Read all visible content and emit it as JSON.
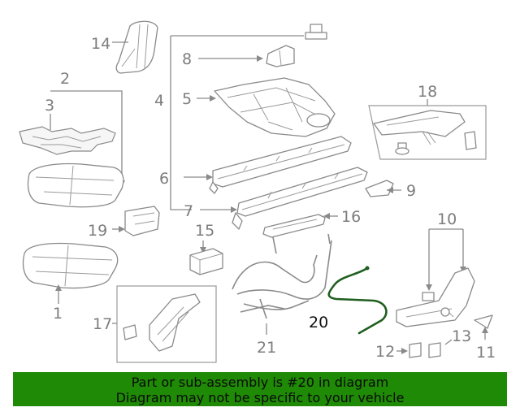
{
  "callouts": {
    "c1": "1",
    "c2": "2",
    "c3": "3",
    "c4": "4",
    "c5": "5",
    "c6": "6",
    "c7": "7",
    "c8": "8",
    "c9": "9",
    "c10": "10",
    "c11": "11",
    "c12": "12",
    "c13": "13",
    "c14": "14",
    "c15": "15",
    "c16": "16",
    "c17": "17",
    "c18": "18",
    "c19": "19",
    "c20": "20",
    "c21": "21"
  },
  "highlighted_part": "20",
  "colors": {
    "banner_background": "#1f8a05",
    "highlight_wire": "#1f5e1f",
    "callout_text": "#7d7d7d"
  },
  "banner": {
    "line1": "Part or sub-assembly is #20 in diagram",
    "line2": "Diagram may not be specific to your vehicle"
  }
}
